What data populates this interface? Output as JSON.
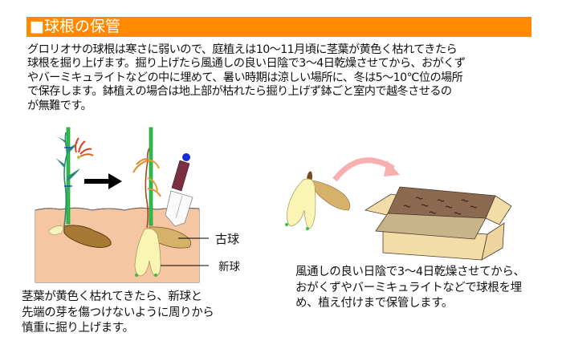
{
  "header": {
    "title": "■球根の保管",
    "background_color": "#FF8A00"
  },
  "intro": {
    "lines": [
      "グロリオサの球根は寒さに弱いので、庭植えは10〜11月頃に茎葉が黄色く枯れてきたら",
      "球根を掘り上げます。掘り上げたら風通しの良い日陰で3〜4日乾燥させてから、おがくず",
      "やバーミキュライトなどの中に埋めて、暑い時期は涼しい場所に、冬は5〜10℃位の場所",
      "で保存します。鉢植えの場合は地上部が枯れたら掘り上げず鉢ごと室内で越冬させるの",
      "が無難です。"
    ]
  },
  "left_illustration": {
    "description": "Gloriosa plant on stake before and after foliage yellows; trowel digging up bulbs",
    "labels": {
      "old_bulb": "古球",
      "new_bulb": "新球"
    },
    "colors": {
      "soil": "#F4C4A0",
      "stake": "#2DBE4E",
      "old_bulb": "#A0712F",
      "new_bulb": "#FAF5B0"
    }
  },
  "left_caption": {
    "lines": [
      "茎葉が黄色く枯れてきたら、新球と",
      "先端の芽を傷つけないように周りから",
      "慎重に掘り上げます。"
    ]
  },
  "right_illustration": {
    "description": "Dug-up bulb moved (pink arrow) into cardboard box filled with sawdust",
    "colors": {
      "arrow": "#F5A8A8",
      "box": "#F2DDA8",
      "filling": "#8C6A50"
    }
  },
  "right_caption": {
    "lines": [
      "風通しの良い日陰で3〜4日乾燥させてから、",
      "おがくずやバーミキュライトなどで球根を埋",
      "め、植え付けまで保管します。"
    ]
  }
}
